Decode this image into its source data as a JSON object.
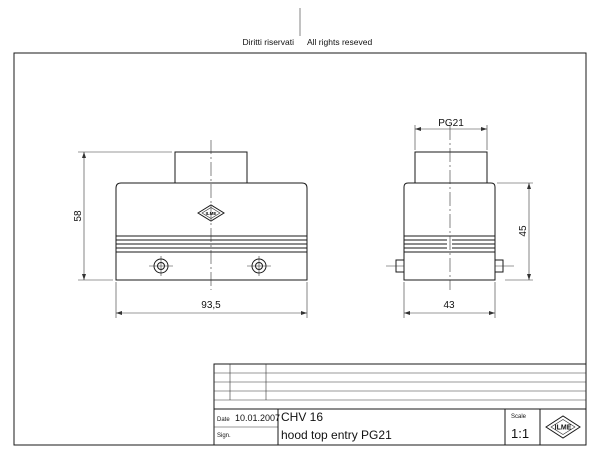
{
  "header": {
    "rights_it": "Diritti riservati",
    "rights_en": "All rights reseved"
  },
  "front_view": {
    "width_dim": "93,5",
    "height_dim": "58"
  },
  "side_view": {
    "entry_dim": "PG21",
    "width_dim": "43",
    "height_dim": "45"
  },
  "title_block": {
    "date_label": "Date",
    "date_value": "10.01.2007",
    "sign_label": "Sign.",
    "code": "CHV 16",
    "description": "hood top entry PG21",
    "scale_label": "Scale",
    "scale_value": "1:1",
    "logo_text": "ILME"
  }
}
